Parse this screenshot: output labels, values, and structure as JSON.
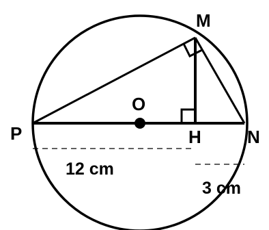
{
  "points": {
    "M": "M",
    "O": "O",
    "P": "P",
    "H": "H",
    "N": "N"
  },
  "measurements": {
    "PH": "12 cm",
    "HN": "3 cm"
  },
  "colors": {
    "stroke": "#000000",
    "background": "#ffffff"
  }
}
